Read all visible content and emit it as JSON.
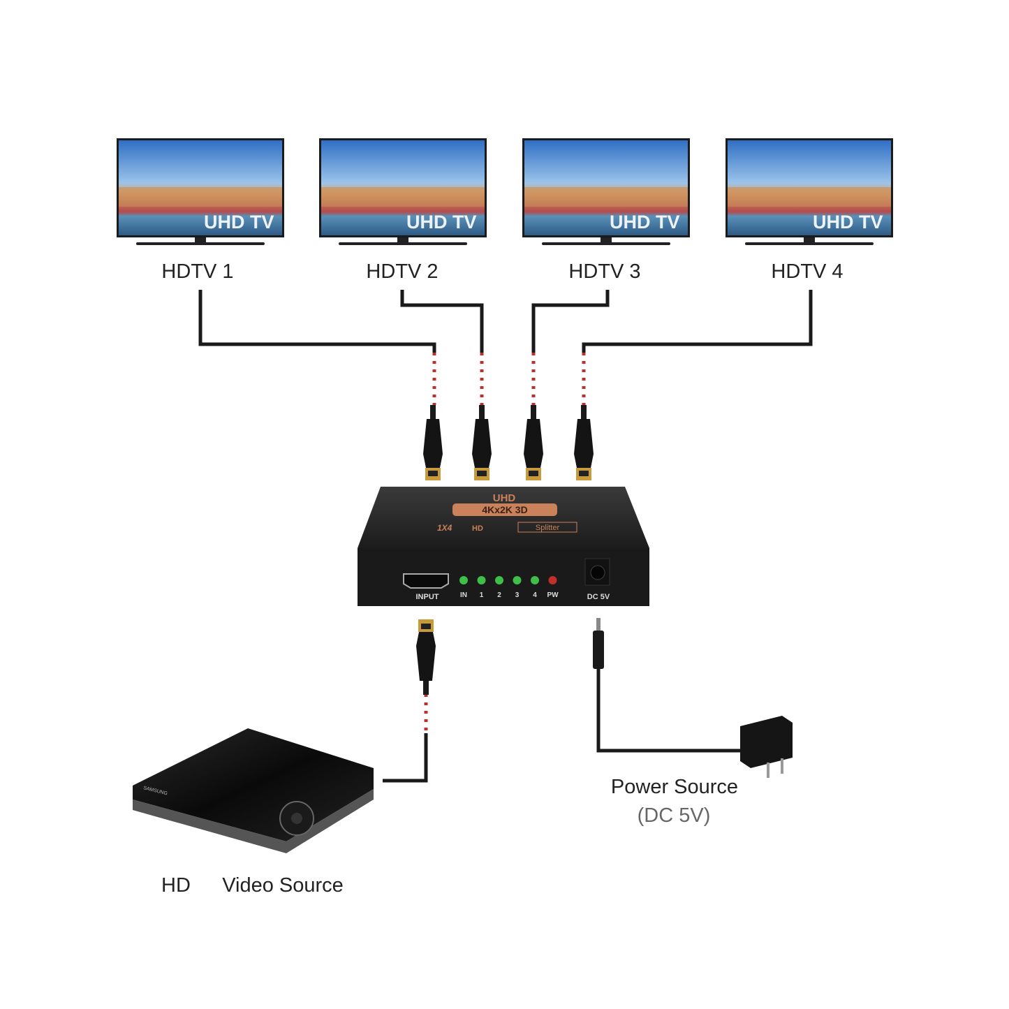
{
  "tvs": [
    {
      "label": "HDTV 1",
      "screen_text": "UHD TV"
    },
    {
      "label": "HDTV 2",
      "screen_text": "UHD TV"
    },
    {
      "label": "HDTV 3",
      "screen_text": "UHD TV"
    },
    {
      "label": "HDTV 4",
      "screen_text": "UHD TV"
    }
  ],
  "splitter": {
    "brand": "UHD",
    "badge": "4Kx2K 3D",
    "model": "1X4",
    "hd": "HD",
    "name": "Splitter",
    "input_label": "INPUT",
    "leds": [
      {
        "label": "IN",
        "color": "#3fbf4a"
      },
      {
        "label": "1",
        "color": "#3fbf4a"
      },
      {
        "label": "2",
        "color": "#3fbf4a"
      },
      {
        "label": "3",
        "color": "#3fbf4a"
      },
      {
        "label": "4",
        "color": "#3fbf4a"
      },
      {
        "label": "PW",
        "color": "#c0302a"
      }
    ],
    "power_label": "DC 5V"
  },
  "power": {
    "title": "Power Source",
    "subtitle": "(DC 5V)"
  },
  "source": {
    "prefix": "HD",
    "title": "Video Source",
    "brand": "SAMSUNG"
  },
  "colors": {
    "cable": "#1a1a1a",
    "accent": "#c9825a",
    "braid": "#c0302a"
  }
}
